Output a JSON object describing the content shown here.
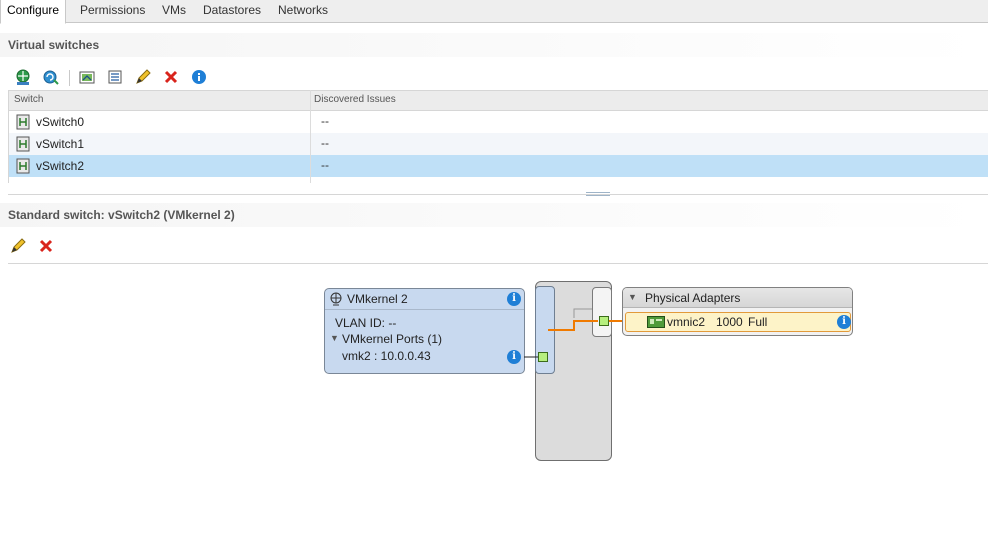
{
  "tabs": [
    {
      "label": "Configure",
      "active": true
    },
    {
      "label": "Permissions"
    },
    {
      "label": "VMs"
    },
    {
      "label": "Datastores"
    },
    {
      "label": "Networks"
    }
  ],
  "virtual_switches": {
    "title": "Virtual switches",
    "toolbar_icons": [
      "add-host-networking-icon",
      "refresh-icon",
      "migrate-physical-adapters-icon",
      "manage-physical-adapters-icon",
      "edit-pencil-icon",
      "remove-x-icon",
      "info-icon"
    ],
    "columns": [
      "Switch",
      "Discovered Issues"
    ],
    "rows": [
      {
        "name": "vSwitch0",
        "issues": "--"
      },
      {
        "name": "vSwitch1",
        "issues": "--"
      },
      {
        "name": "vSwitch2",
        "issues": "--",
        "selected": true
      }
    ]
  },
  "detail": {
    "title": "Standard switch: vSwitch2 (VMkernel 2)",
    "toolbar_icons": [
      "edit-pencil-icon",
      "remove-x-icon"
    ]
  },
  "diagram": {
    "portgroup": {
      "name": "VMkernel 2",
      "vlan": "VLAN ID: --",
      "ports_label": "VMkernel Ports (1)",
      "port_entry": "vmk2 : 10.0.0.43"
    },
    "physical_adapters": {
      "title": "Physical Adapters",
      "nic_name": "vmnic2",
      "nic_speed": "1000",
      "nic_duplex": "Full"
    }
  },
  "colors": {
    "accent_blue": "#1f7fd6",
    "selection": "#bfe0f7",
    "portgroup_fill": "#c8d9ef",
    "uplink_line": "#f07a00",
    "port_green": "#b6ef7e",
    "remove_red": "#d9241c"
  }
}
